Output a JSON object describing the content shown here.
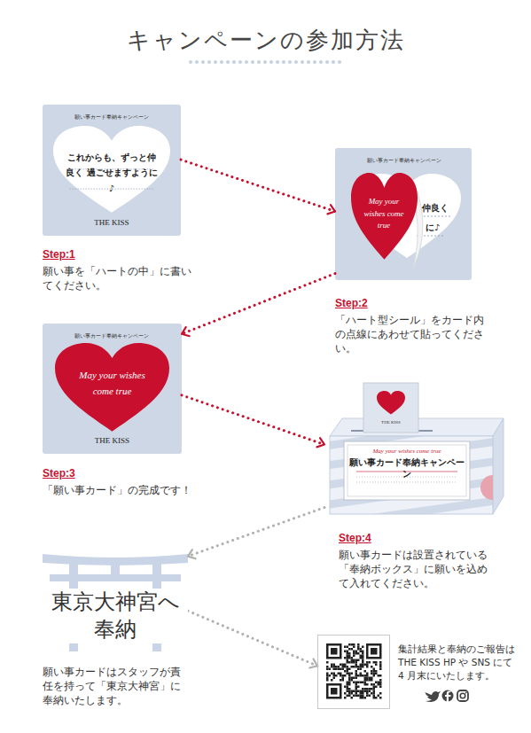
{
  "diagram": {
    "title": "キャンペーンの参加方法",
    "nodes": [
      {
        "text": [
          "願い事カード奉納キャンペーン",
          "THE KISS",
          "Step:1",
          "願い事を「ハートの中」に書いてください。"
        ]
      },
      {
        "text": [
          "これからも、ずっと仲良く 過ごせますように♪"
        ],
        "in": 0
      },
      {
        "text": [
          "願い事カード奉納キャンペーン",
          "仲良く",
          "に♪",
          "Step:2",
          "「ハート型シール」をカード内の点線にあわせて貼ってください。"
        ]
      },
      {
        "text": [
          "May your wishes come true"
        ],
        "in": 2
      },
      {
        "text": [
          "願い事カード奉納キャンペーン",
          "THE KISS",
          "Step:3",
          "「願い事カード」の完成です！"
        ]
      },
      {
        "text": [
          "May your wishes come true"
        ],
        "in": 4
      },
      {
        "text": [
          "THE KISS",
          "May your wishes come true",
          "願い事カード奉納キャンペーン",
          "Step:4",
          "願い事カードは設置されている「奉納ボックス」に願いを込めて入れてください。"
        ]
      },
      {
        "text": [
          "東京大神宮へ 奉納",
          "願い事カードはスタッフが責任を持って「東京大神宮」に奉納いたします。"
        ]
      },
      {
        "text": [
          "集計結果と奉納のご報告は THE KISS HP や SNS にて 4 月末にいたします。"
        ]
      }
    ],
    "edges": [
      {
        "from": 0,
        "to": 2,
        "arrow": "to"
      },
      {
        "from": 2,
        "to": 4,
        "arrow": "to"
      },
      {
        "from": 4,
        "to": 6,
        "arrow": "to"
      },
      {
        "from": 6,
        "to": 7,
        "arrow": "to"
      },
      {
        "from": 7,
        "to": 8,
        "arrow": "to"
      }
    ]
  }
}
